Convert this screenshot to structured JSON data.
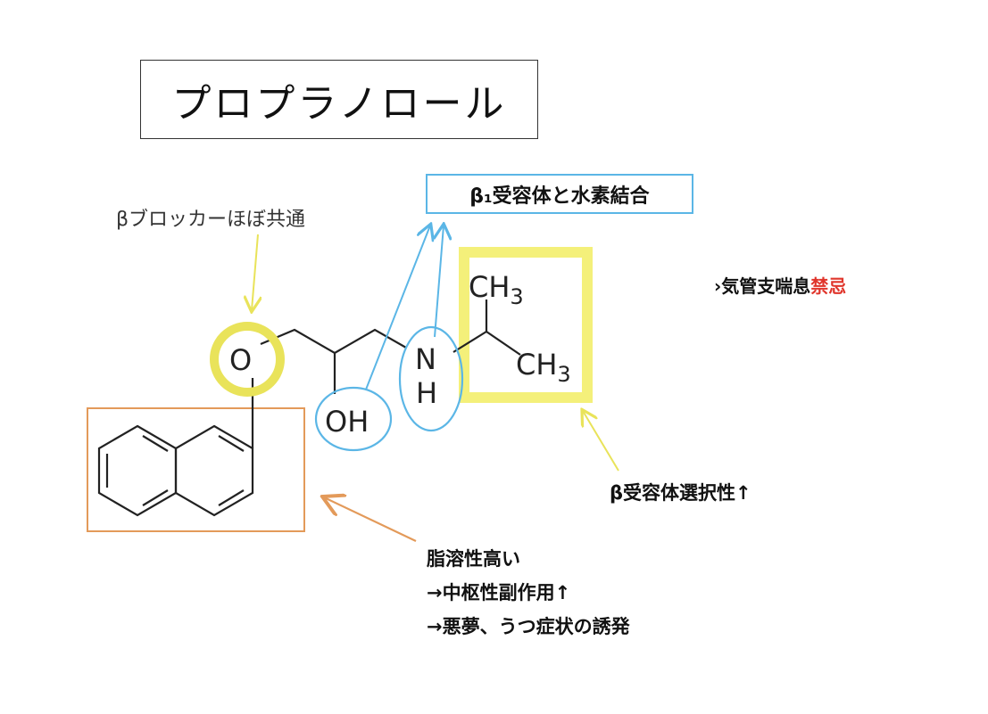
{
  "title": "プロプラノロール",
  "molecule_labels": {
    "o": "O",
    "oh": "OH",
    "n": "N",
    "h": "H",
    "ch3_top": "CH3",
    "ch3_right": "CH3"
  },
  "annotations": {
    "beta_common": "βブロッカーほぼ共通",
    "beta1_hbond": "β₁受容体と水素結合",
    "asthma_prefix": "›気管支喘息",
    "asthma_warning": "禁忌",
    "selectivity": "β受容体選択性↑",
    "lipophilic": [
      "脂溶性高い",
      "→中枢性副作用↑",
      "→悪夢、うつ症状の誘発"
    ]
  },
  "colors": {
    "yellow_highlight": "#f4f07a",
    "yellow_circle": "#e9e35a",
    "blue_highlight": "#5bb6e6",
    "orange_highlight": "#e39a5a",
    "red_warning": "#e0352b"
  }
}
